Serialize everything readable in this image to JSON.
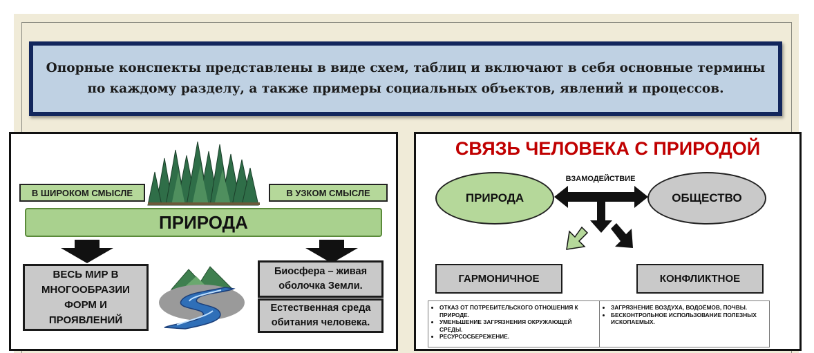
{
  "banner": {
    "line1": "Опорные конспекты представлены в виде схем, таблиц и включают в себя основные термины",
    "line2": "по каждому разделу, а также примеры социальных объектов, явлений и процессов."
  },
  "left": {
    "wide_label": "В ШИРОКОМ СМЫСЛЕ",
    "narrow_label": "В УЗКОМ СМЫСЛЕ",
    "main_label": "ПРИРОДА",
    "wide_lines": [
      "ВЕСЬ МИР В",
      "МНОГООБРАЗИИ",
      "ФОРМ И",
      "ПРОЯВЛЕНИЙ"
    ],
    "bio_lines": [
      "Биосфера – живая",
      "оболочка Земли."
    ],
    "env_lines": [
      "Естественная среда",
      "обитания человека."
    ]
  },
  "right": {
    "title": "СВЯЗЬ ЧЕЛОВЕКА С ПРИРОДОЙ",
    "nature": "ПРИРОДА",
    "society": "ОБЩЕСТВО",
    "interaction": "ВЗАМОДЕЙСТВИЕ",
    "harmony": "ГАРМОНИЧНОЕ",
    "conflict": "КОНФЛИКТНОЕ",
    "harmony_items": [
      "ОТКАЗ ОТ ПОТРЕБИТЕЛЬСКОГО ОТНОШЕНИЯ К ПРИРОДЕ.",
      "УМЕНЬШЕНИЕ ЗАГРЯЗНЕНИЯ ОКРУЖАЮЩЕЙ СРЕДЫ.",
      "РЕСУРСОСБЕРЕЖЕНИЕ."
    ],
    "conflict_items": [
      "ЗАГРЯЗНЕНИЕ ВОЗДУХА, ВОДОЁМОВ, ПОЧВЫ.",
      "БЕСКОНТРОЛЬНОЕ ИСПОЛЬЗОВАНИЕ ПОЛЕЗНЫХ ИСКОПАЕМЫХ."
    ]
  },
  "icons": {
    "forest": "forest-icon",
    "river": "river-icon"
  },
  "colors": {
    "banner_bg": "#bfd1e3",
    "banner_border": "#12265c",
    "green_label": "#b5d89a",
    "title_red": "#c00000"
  }
}
